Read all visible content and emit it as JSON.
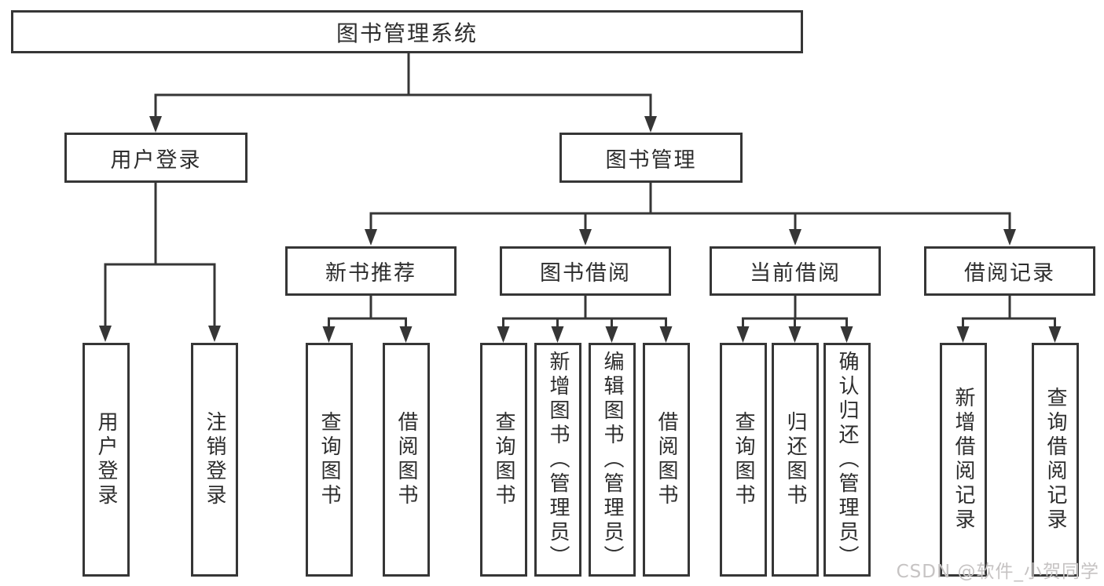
{
  "diagram": {
    "root": "图书管理系统",
    "level2": [
      "用户登录",
      "图书管理"
    ],
    "level3": [
      "新书推荐",
      "图书借阅",
      "当前借阅",
      "借阅记录"
    ],
    "leaves": {
      "user_login": [
        "用户登录",
        "注销登录"
      ],
      "new_books": [
        "查询图书",
        "借阅图书"
      ],
      "book_borrow": [
        "查询图书",
        "新增图书（管理员）",
        "编辑图书（管理员）",
        "借阅图书"
      ],
      "current_borrow": [
        "查询图书",
        "归还图书",
        "确认归还（管理员）"
      ],
      "borrow_records": [
        "新增借阅记录",
        "查询借阅记录"
      ]
    }
  },
  "watermark": "CSDN @软件_小贺同学",
  "colors": {
    "line": "#363636",
    "text": "#2d2d2d",
    "watermark": "#c6c3c3",
    "background": "#ffffff"
  }
}
